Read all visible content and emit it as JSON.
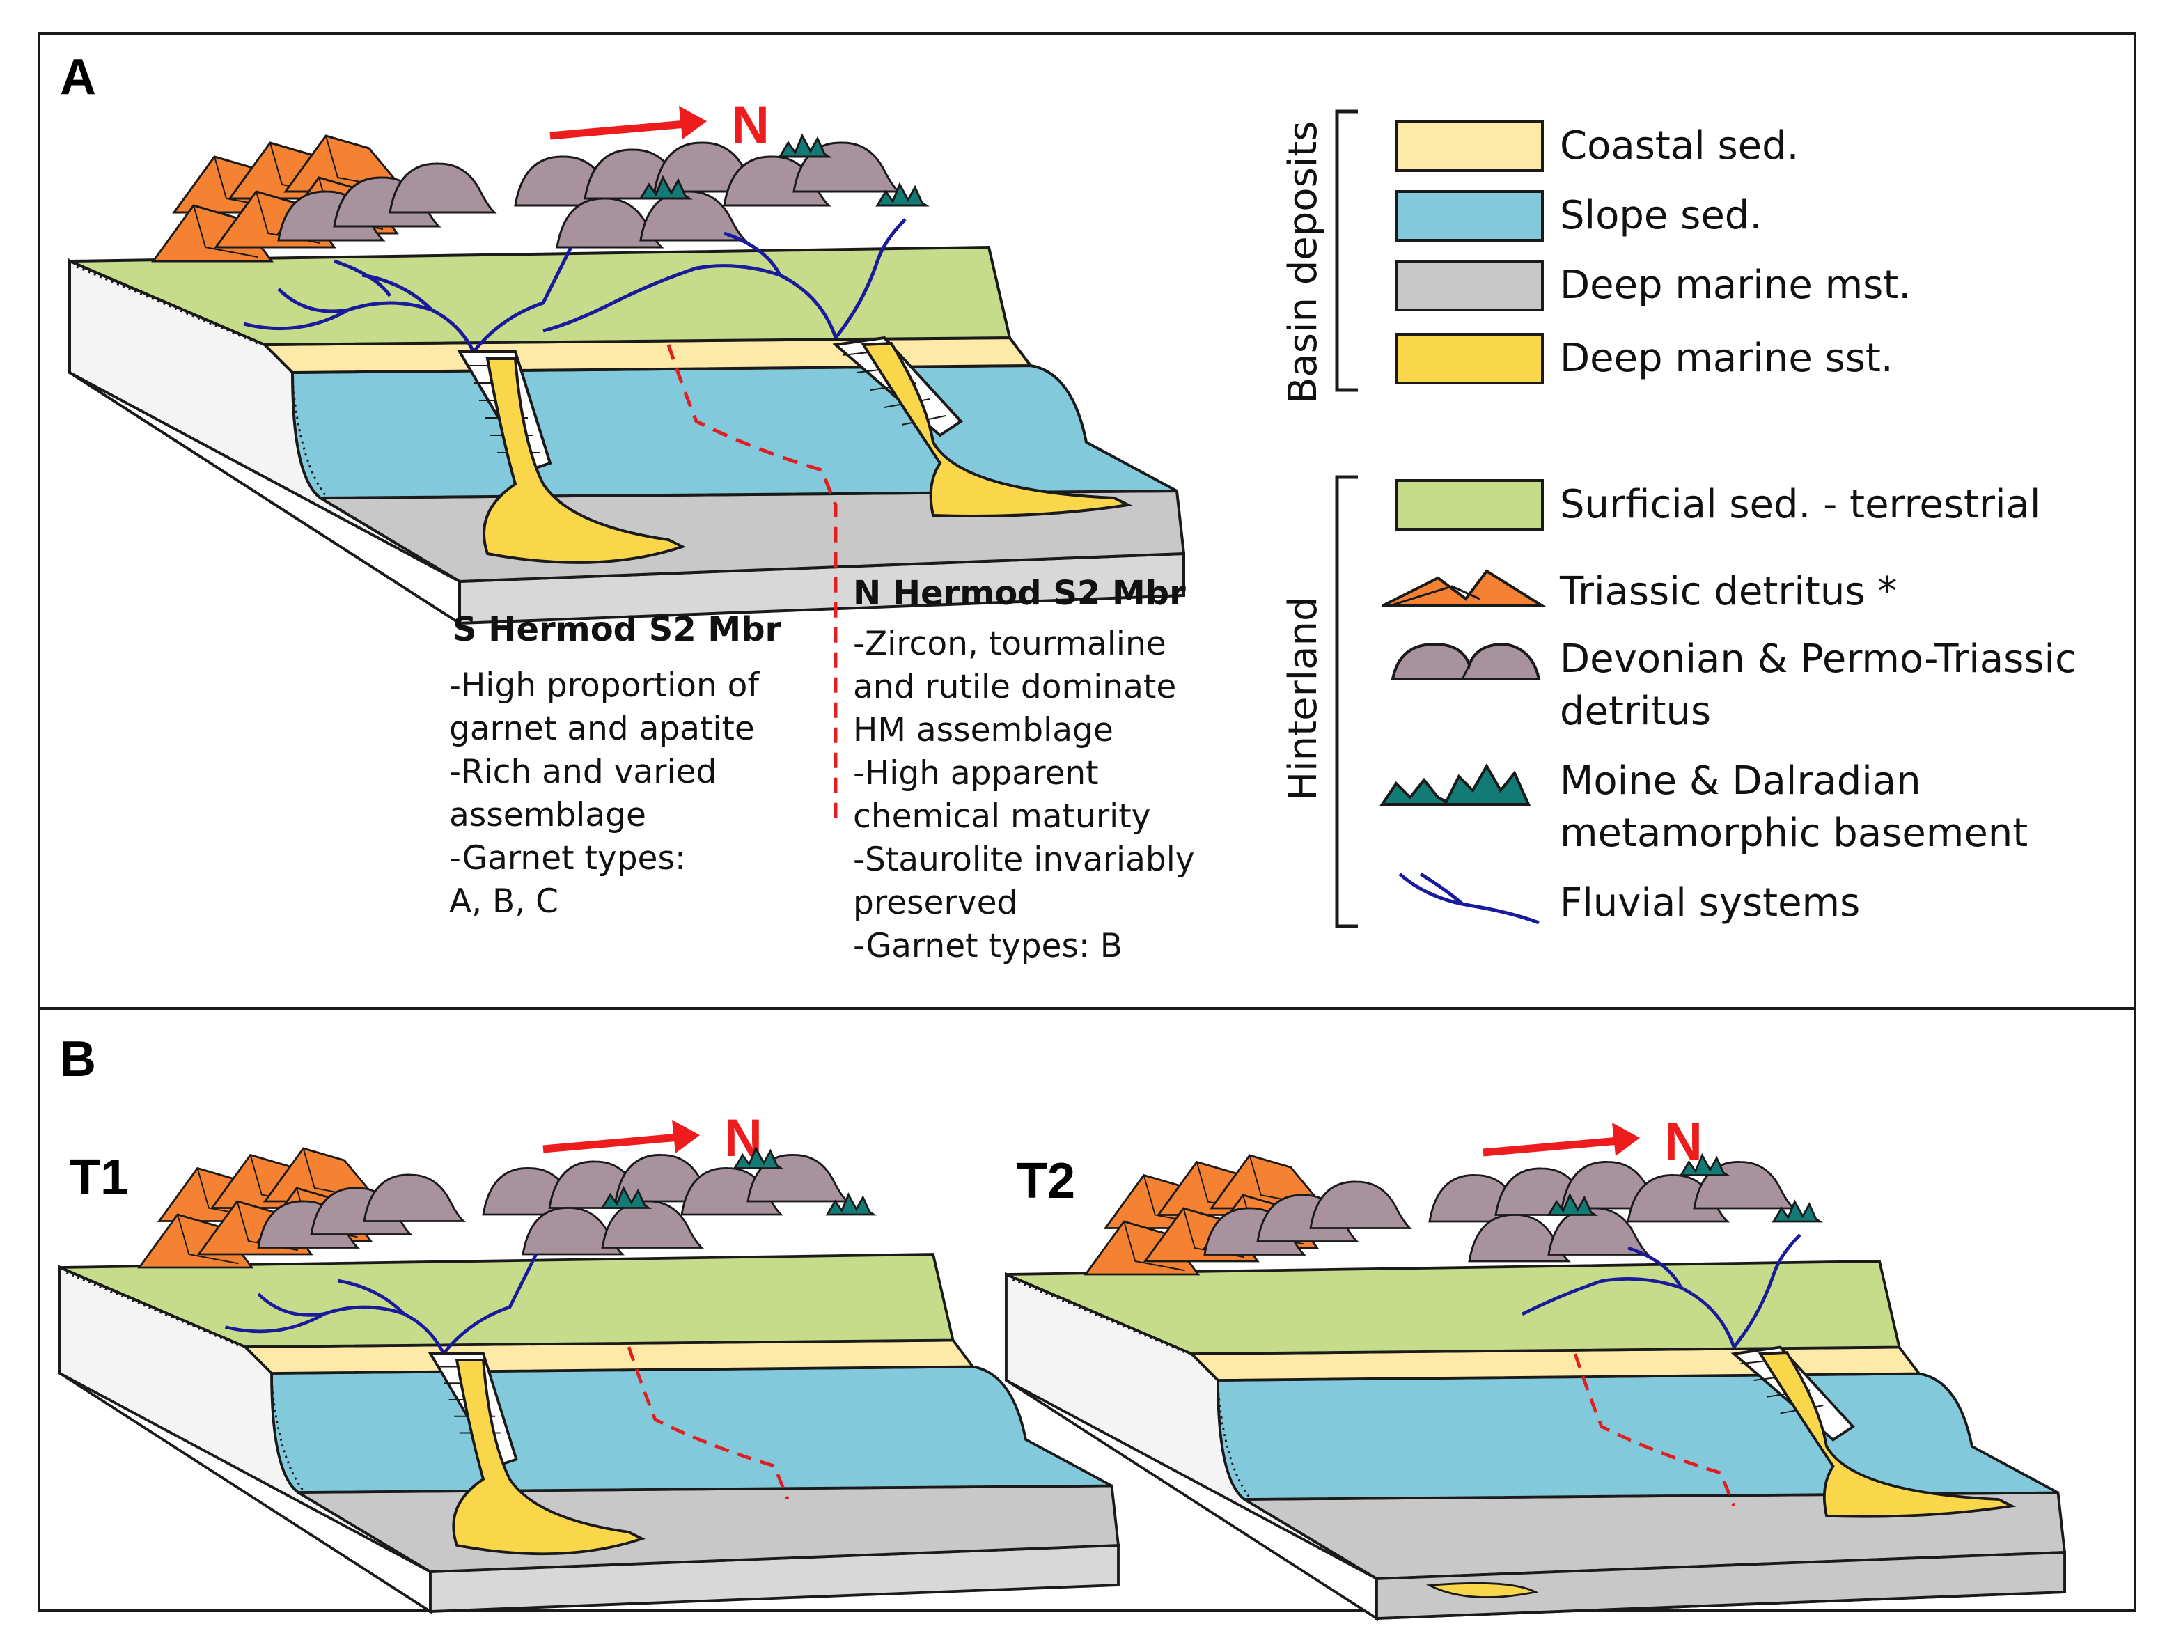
{
  "panels": {
    "a": {
      "letter": "A",
      "north": "N"
    },
    "b": {
      "letter": "B",
      "north": "N",
      "t1": "T1",
      "t2": "T2"
    }
  },
  "legend": {
    "groups": [
      {
        "label": "Basin deposits",
        "items": [
          {
            "label": "Coastal sed.",
            "color": "#fde9a8"
          },
          {
            "label": "Slope sed.",
            "color": "#82c9dc"
          },
          {
            "label": "Deep marine mst.",
            "color": "#c8c8c8"
          },
          {
            "label": "Deep marine sst.",
            "color": "#f9d64a"
          }
        ]
      },
      {
        "label": "Hinterland",
        "items": [
          {
            "label": "Surficial sed. - terrestrial",
            "color": "#c6dc8a",
            "icon": "swatch"
          },
          {
            "label": "Triassic detritus *",
            "color": "#f58232",
            "icon": "triassic-peaks"
          },
          {
            "label": "Devonian & Permo-Triassic",
            "label2": "detritus",
            "color": "#a8929e",
            "icon": "devonian-hills"
          },
          {
            "label": "Moine & Dalradian",
            "label2": "metamorphic basement",
            "color": "#137b76",
            "icon": "moine-peaks"
          },
          {
            "label": "Fluvial systems",
            "color": "#1a1a9c",
            "icon": "river-lines"
          }
        ]
      }
    ]
  },
  "notes": {
    "south": {
      "title": "S Hermod S2 Mbr",
      "lines": [
        "-High proportion of",
        "garnet and apatite",
        "-Rich and varied",
        "assemblage",
        "-Garnet types:",
        "A, B, C"
      ]
    },
    "north": {
      "title": "N Hermod S2 Mbr",
      "lines": [
        "-Zircon, tourmaline",
        "and rutile dominate",
        "HM assemblage",
        "-High apparent",
        "chemical maturity",
        "-Staurolite invariably",
        "preserved",
        "-Garnet types: B"
      ]
    }
  },
  "colors": {
    "coastal": "#fde9a8",
    "slope": "#82c9dc",
    "deep_mst": "#c8c8c8",
    "deep_sst": "#f9d64a",
    "terrestrial": "#c6dc8a",
    "triassic": "#f58232",
    "devonian": "#a8929e",
    "moine": "#137b76",
    "fluvial": "#1a1a9c",
    "arrow": "#ee1c1c",
    "divide": "#e02020"
  }
}
